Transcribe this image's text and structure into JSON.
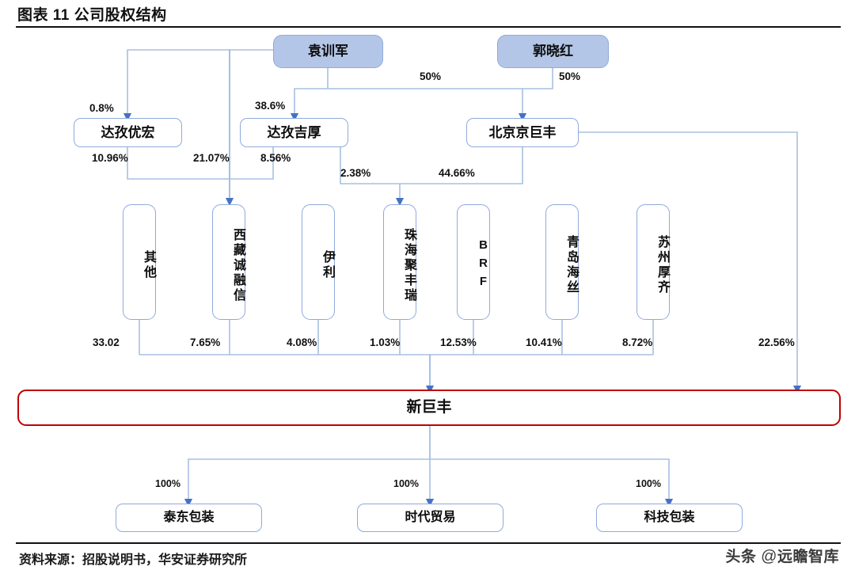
{
  "header": {
    "title": "图表 11 公司股权结构"
  },
  "footer": {
    "source": "资料来源：招股说明书，华安证券研究所",
    "watermark_prefix": "头条",
    "watermark_at": "@",
    "watermark_suffix": "远瞻智库"
  },
  "colors": {
    "person_fill": "#b4c6e7",
    "box_border": "#8faadc",
    "main_border": "#c00000",
    "connector": "#a9c0e0",
    "connector_dark": "#4472c4",
    "rule": "#111111"
  },
  "chart_data": {
    "type": "diagram",
    "title": "图表 11 公司股权结构",
    "subtype": "ownership-structure-org-chart",
    "levels": [
      {
        "name": "ultimate-owners",
        "nodes": [
          {
            "id": "yuanxunjun",
            "label": "袁训军",
            "style": "person"
          },
          {
            "id": "guoxiaohong",
            "label": "郭晓红",
            "style": "person"
          }
        ]
      },
      {
        "name": "holding-entities",
        "nodes": [
          {
            "id": "dazi-youhong",
            "label": "达孜优宏",
            "style": "holder"
          },
          {
            "id": "dazi-jihou",
            "label": "达孜吉厚",
            "style": "holder"
          },
          {
            "id": "beijing-jingjufeng",
            "label": "北京京巨丰",
            "style": "holder"
          }
        ]
      },
      {
        "name": "direct-shareholders",
        "nodes": [
          {
            "id": "qita",
            "label": "其他",
            "style": "vertical"
          },
          {
            "id": "xizang-chengrongxin",
            "label": "西藏诚融信",
            "style": "vertical"
          },
          {
            "id": "yili",
            "label": "伊利",
            "style": "vertical"
          },
          {
            "id": "zhuhai-jufengrui",
            "label": "珠海聚丰瑞",
            "style": "vertical"
          },
          {
            "id": "brf",
            "label": "BRF",
            "style": "vertical-latin"
          },
          {
            "id": "qingdao-haisi",
            "label": "青岛海丝",
            "style": "vertical"
          },
          {
            "id": "suzhou-houqi",
            "label": "苏州厚齐",
            "style": "vertical"
          }
        ]
      },
      {
        "name": "listed-company",
        "nodes": [
          {
            "id": "xinjufeng",
            "label": "新巨丰",
            "style": "main"
          }
        ]
      },
      {
        "name": "subsidiaries",
        "nodes": [
          {
            "id": "taidong-baozhuang",
            "label": "泰东包装",
            "style": "sub"
          },
          {
            "id": "shidai-maoyi",
            "label": "时代贸易",
            "style": "sub"
          },
          {
            "id": "keji-baozhuang",
            "label": "科技包装",
            "style": "sub"
          }
        ]
      }
    ],
    "edges": [
      {
        "from": "yuanxunjun",
        "to": "dazi-youhong",
        "label": "0.8%"
      },
      {
        "from": "yuanxunjun",
        "to": "dazi-jihou",
        "label": "38.6%"
      },
      {
        "from": "yuanxunjun",
        "to": "beijing-jingjufeng",
        "label": "50%"
      },
      {
        "from": "guoxiaohong",
        "to": "beijing-jingjufeng",
        "label": "50%"
      },
      {
        "from": "yuanxunjun",
        "to": "xizang-chengrongxin",
        "label": "21.07%"
      },
      {
        "from": "dazi-youhong",
        "to": "xizang-chengrongxin",
        "label": "10.96%"
      },
      {
        "from": "dazi-jihou",
        "to": "xizang-chengrongxin",
        "label": "8.56%"
      },
      {
        "from": "dazi-jihou",
        "to": "zhuhai-jufengrui",
        "label": "2.38%"
      },
      {
        "from": "beijing-jingjufeng",
        "to": "zhuhai-jufengrui",
        "label": "44.66%"
      },
      {
        "from": "qita",
        "to": "xinjufeng",
        "label": "33.02"
      },
      {
        "from": "xizang-chengrongxin",
        "to": "xinjufeng",
        "label": "7.65%"
      },
      {
        "from": "yili",
        "to": "xinjufeng",
        "label": "4.08%"
      },
      {
        "from": "zhuhai-jufengrui",
        "to": "xinjufeng",
        "label": "1.03%"
      },
      {
        "from": "brf",
        "to": "xinjufeng",
        "label": "12.53%"
      },
      {
        "from": "qingdao-haisi",
        "to": "xinjufeng",
        "label": "10.41%"
      },
      {
        "from": "suzhou-houqi",
        "to": "xinjufeng",
        "label": "8.72%"
      },
      {
        "from": "beijing-jingjufeng",
        "to": "xinjufeng",
        "label": "22.56%"
      },
      {
        "from": "xinjufeng",
        "to": "taidong-baozhuang",
        "label": "100%"
      },
      {
        "from": "xinjufeng",
        "to": "shidai-maoyi",
        "label": "100%"
      },
      {
        "from": "xinjufeng",
        "to": "keji-baozhuang",
        "label": "100%"
      }
    ]
  },
  "nodes": {
    "yuanxunjun": "袁训军",
    "guoxiaohong": "郭晓红",
    "dazi_youhong": "达孜优宏",
    "dazi_jihou": "达孜吉厚",
    "beijing_jingjufeng": "北京京巨丰",
    "qita": "其他",
    "xizang_chengrongxin": "西藏诚融信",
    "yili": "伊利",
    "zhuhai_jufengrui": "珠海聚丰瑞",
    "brf": "BRF",
    "qingdao_haisi": "青岛海丝",
    "suzhou_houqi": "苏州厚齐",
    "xinjufeng": "新巨丰",
    "taidong_baozhuang": "泰东包装",
    "shidai_maoyi": "时代贸易",
    "keji_baozhuang": "科技包装"
  },
  "labels": {
    "p_yuan_youhong": "0.8%",
    "p_yuan_jihou": "38.6%",
    "p_yuan_jingjufeng": "50%",
    "p_guo_jingjufeng": "50%",
    "p_youhong_down": "10.96%",
    "p_yuan_chengrongxin": "21.07%",
    "p_jihou_down": "8.56%",
    "p_jihou_jufengrui": "2.38%",
    "p_jingjufeng_jufengrui": "44.66%",
    "p_qita": "33.02",
    "p_chengrongxin": "7.65%",
    "p_yili": "4.08%",
    "p_jufengrui": "1.03%",
    "p_brf": "12.53%",
    "p_haisi": "10.41%",
    "p_houqi": "8.72%",
    "p_jingjufeng_direct": "22.56%",
    "p_sub1": "100%",
    "p_sub2": "100%",
    "p_sub3": "100%"
  }
}
